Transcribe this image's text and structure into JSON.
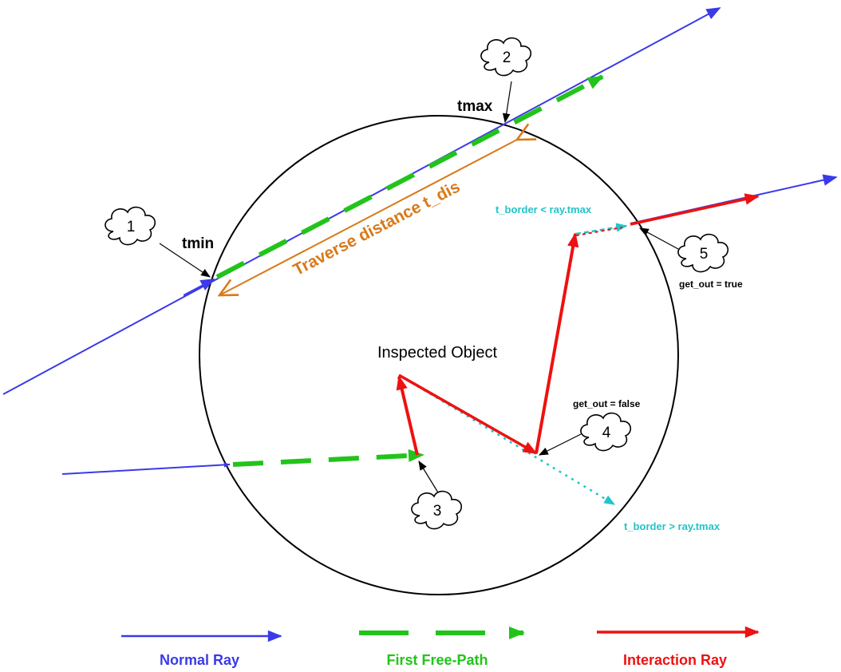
{
  "diagram": {
    "object_label": "Inspected Object",
    "tmin_label": "tmin",
    "tmax_label": "tmax",
    "traverse_label": "Traverse distance t_dis",
    "t_border_lt_label": "t_border < ray.tmax",
    "t_border_gt_label": "t_border > ray.tmax",
    "get_out_true_label": "get_out = true",
    "get_out_false_label": "get_out = false",
    "callouts": [
      "1",
      "2",
      "3",
      "4",
      "5"
    ]
  },
  "legend": {
    "normal_ray": "Normal Ray",
    "first_free_path": "First Free-Path",
    "interaction_ray": "Interaction Ray"
  },
  "colors": {
    "normal_ray": "#3a3ae8",
    "free_path": "#22c41a",
    "interaction": "#ee1111",
    "traverse": "#d87a1a",
    "border": "#22c4c8",
    "outline": "#000000"
  }
}
